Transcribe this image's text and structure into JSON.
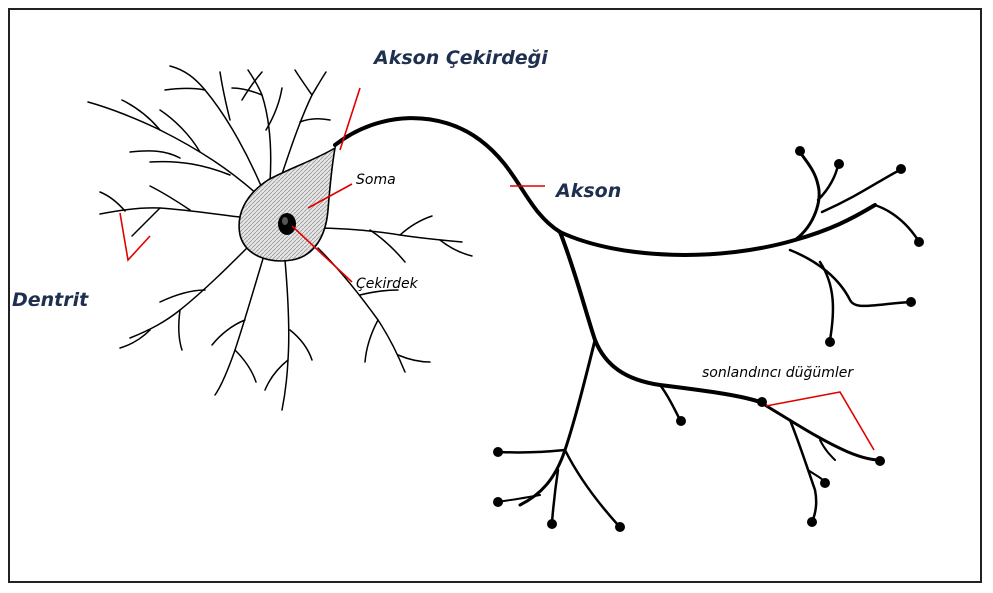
{
  "labels": {
    "akson_cekirdegi": "Akson Çekirdeği",
    "soma": "Soma",
    "akson": "Akson",
    "dentrit": "Dentrit",
    "cekirdek": "Çekirdek",
    "sonlandirici": "sonlandıncı düğümler"
  },
  "colors": {
    "pointer": "#e00000",
    "soma_fill": "#d8d8d8",
    "stroke": "#000000",
    "label_bold": "#1f2f4f"
  }
}
